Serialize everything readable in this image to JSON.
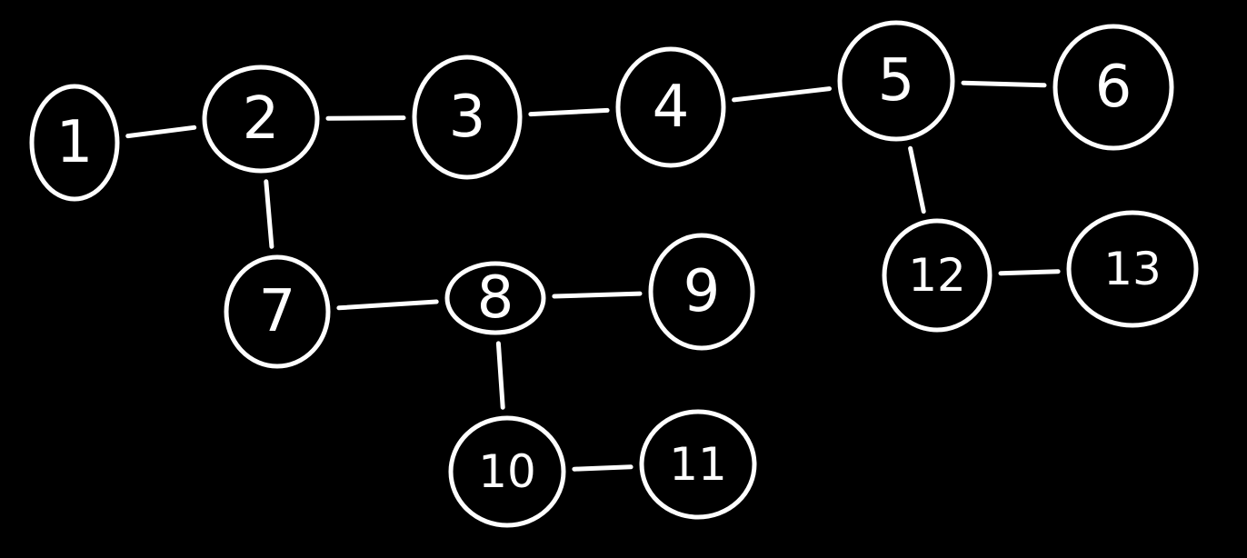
{
  "colors": {
    "background": "#000000",
    "stroke": "#ffffff"
  },
  "nodes": [
    {
      "id": "1",
      "label": "1"
    },
    {
      "id": "2",
      "label": "2"
    },
    {
      "id": "3",
      "label": "3"
    },
    {
      "id": "4",
      "label": "4"
    },
    {
      "id": "5",
      "label": "5"
    },
    {
      "id": "6",
      "label": "6"
    },
    {
      "id": "7",
      "label": "7"
    },
    {
      "id": "8",
      "label": "8"
    },
    {
      "id": "9",
      "label": "9"
    },
    {
      "id": "10",
      "label": "10"
    },
    {
      "id": "11",
      "label": "11"
    },
    {
      "id": "12",
      "label": "12"
    },
    {
      "id": "13",
      "label": "13"
    }
  ],
  "edges": [
    {
      "from": "1",
      "to": "2"
    },
    {
      "from": "2",
      "to": "3"
    },
    {
      "from": "3",
      "to": "4"
    },
    {
      "from": "4",
      "to": "5"
    },
    {
      "from": "5",
      "to": "6"
    },
    {
      "from": "2",
      "to": "7"
    },
    {
      "from": "7",
      "to": "8"
    },
    {
      "from": "8",
      "to": "9"
    },
    {
      "from": "8",
      "to": "10"
    },
    {
      "from": "10",
      "to": "11"
    },
    {
      "from": "5",
      "to": "12"
    },
    {
      "from": "12",
      "to": "13"
    }
  ]
}
